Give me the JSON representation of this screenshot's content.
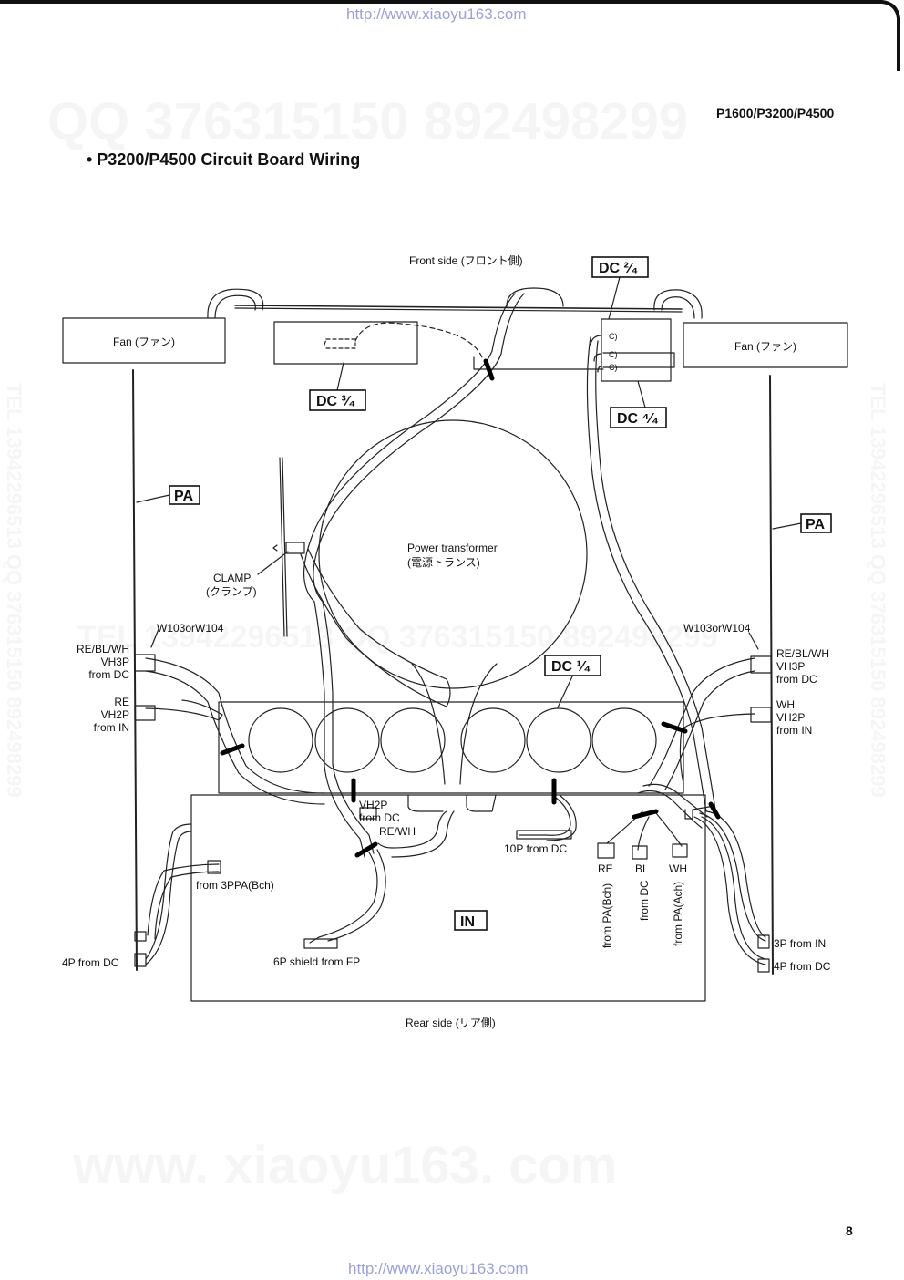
{
  "header_url": "http://www.xiaoyu163.com",
  "footer_url": "http://www.xiaoyu163.com",
  "model": "P1600/P3200/P4500",
  "title": "• P3200/P4500 Circuit Board Wiring",
  "page_number": "8",
  "watermarks": {
    "top": "QQ 376315150   892498299",
    "middle": "TEL 13942296513   QQ 376315150   892498299",
    "left_vertical": "TEL 13942296513  QQ 376315150  892498299",
    "right_vertical": "TEL 13942296513  QQ 376315150  892498299",
    "bottom": "www. xiaoyu163. com"
  },
  "diagram": {
    "front_side": "Front side (フロント側)",
    "rear_side": "Rear side (リア側)",
    "fan_left": "Fan (ファン)",
    "fan_right": "Fan (ファン)",
    "dc24": "DC ²⁄₄",
    "dc34": "DC ³⁄₄",
    "dc44": "DC ⁴⁄₄",
    "dc14": "DC ¹⁄₄",
    "pa_left": "PA",
    "pa_right": "PA",
    "in_board": "IN",
    "transformer_1": "Power transformer",
    "transformer_2": "(電源トランス)",
    "clamp_1": "CLAMP",
    "clamp_2": "(クランプ)",
    "w103_left": "W103orW104",
    "w103_right": "W103orW104",
    "left_vh3p_1": "RE/BL/WH",
    "left_vh3p_2": "VH3P",
    "left_vh3p_3": "from DC",
    "left_vh2p_1": "RE",
    "left_vh2p_2": "VH2P",
    "left_vh2p_3": "from IN",
    "right_vh3p_1": "RE/BL/WH",
    "right_vh3p_2": "VH3P",
    "right_vh3p_3": "from DC",
    "right_vh2p_1": "WH",
    "right_vh2p_2": "VH2P",
    "right_vh2p_3": "from IN",
    "vh2p_dc_1": "VH2P",
    "vh2p_dc_2": "from DC",
    "rewh": "RE/WH",
    "p10": "10P  from DC",
    "from_3ppa": "from 3PPA(Bch)",
    "p4_left": "4P  from DC",
    "p6": "6P shield  from FP",
    "re": "RE",
    "bl": "BL",
    "wh": "WH",
    "from_pa_bch": "from PA(Bch)",
    "from_dc": "from DC",
    "from_pa_ach": "from PA(Ach)",
    "p3_in": "3P  from IN",
    "p4_right": "4P  from DC"
  }
}
